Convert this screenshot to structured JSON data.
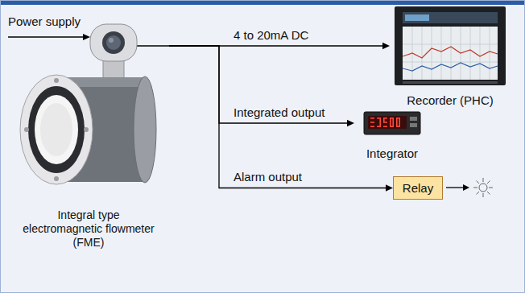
{
  "diagram": {
    "nodes": [
      {
        "text": [
          "Integral type electromagnetic flowmeter (FME)"
        ]
      },
      {
        "text": [
          "Recorder (PHC)"
        ]
      },
      {
        "text": [
          "Integrator"
        ]
      },
      {
        "text": [
          "Relay"
        ]
      }
    ],
    "edges": [
      {
        "from": 0,
        "to": 1,
        "label": "4 to 20mA DC",
        "arrow": "to"
      },
      {
        "from": 0,
        "to": 2,
        "label": "Integrated output",
        "arrow": "to"
      },
      {
        "from": 0,
        "to": 3,
        "label": "Alarm output",
        "arrow": "to"
      }
    ],
    "labels": [
      "Power supply"
    ]
  }
}
